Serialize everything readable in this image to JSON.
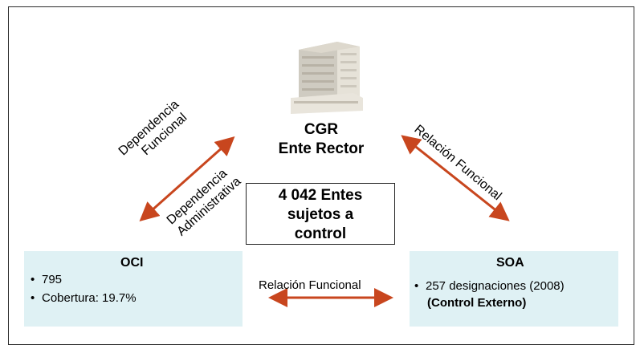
{
  "center": {
    "line1": "CGR",
    "line2": "Ente Rector"
  },
  "entes_box": {
    "line1": "4 042 Entes",
    "line2": "sujetos a",
    "line3": "control"
  },
  "left_labels": {
    "dep_funcional_1": "Dependencia",
    "dep_funcional_2": "Funcional",
    "dep_admin_1": "Dependencia",
    "dep_admin_2": "Administrativa"
  },
  "right_label": "Relación Funcional",
  "bottom_label": "Relación Funcional",
  "oci": {
    "title": "OCI",
    "items": [
      "795",
      "Cobertura: 19.7%"
    ]
  },
  "soa": {
    "title": "SOA",
    "item": "257 designaciones (2008)",
    "note": "(Control Externo)"
  },
  "colors": {
    "arrow": "#c8461e",
    "box_fill": "#dff1f4"
  },
  "icons": [
    "building-icon"
  ]
}
